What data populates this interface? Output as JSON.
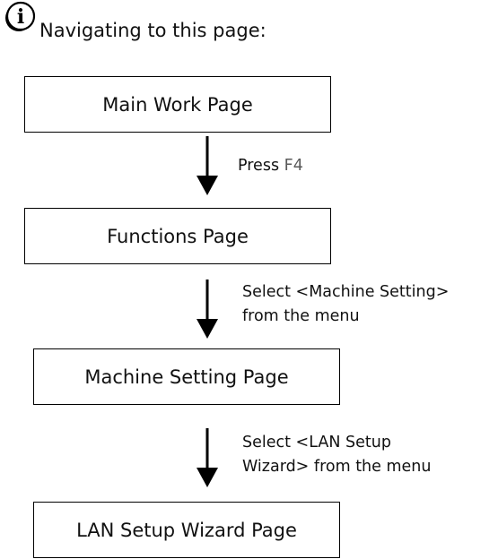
{
  "header": {
    "text": "Navigating to this page:",
    "icon": "info-icon"
  },
  "boxes": {
    "main": "Main Work Page",
    "functions": "Functions Page",
    "machine": "Machine Setting Page",
    "lan": "LAN Setup Wizard Page"
  },
  "steps": {
    "step1": {
      "prefix": "Press ",
      "key": "F4"
    },
    "step2": {
      "line1": "Select <Machine Setting>",
      "line2": "from the menu"
    },
    "step3": {
      "line1": "Select <LAN Setup",
      "line2": "Wizard> from the menu"
    }
  },
  "colors": {
    "key_text": "#5a5a5a",
    "lines": "#000000"
  }
}
